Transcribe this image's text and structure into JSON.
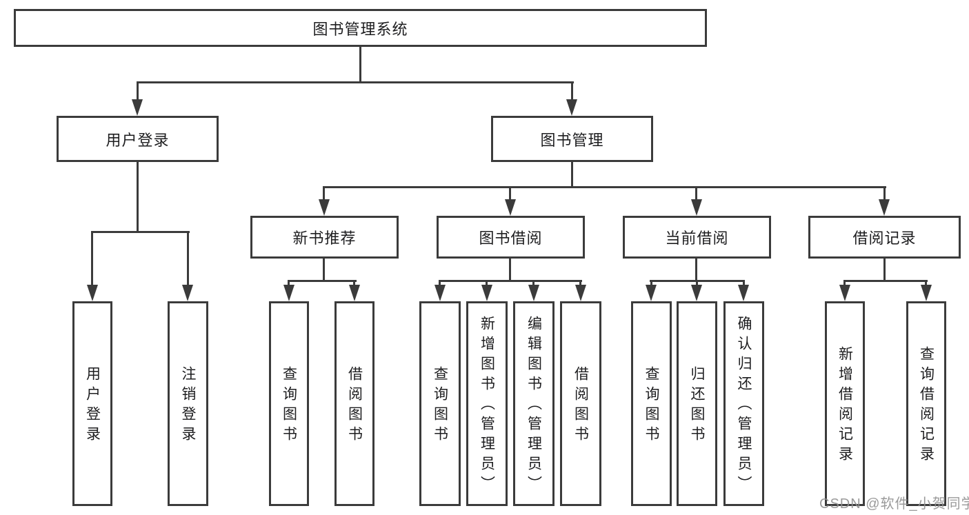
{
  "colors": {
    "line": "#3b3b3b",
    "text": "#1d1d1f",
    "watermark": "#919191",
    "background": "#ffffff"
  },
  "watermark": {
    "text": "CSDN @软件_小贺同学"
  },
  "tree": {
    "root": {
      "label": "图书管理系统"
    },
    "children": [
      {
        "label": "用户登录",
        "children": [
          {
            "label": "用户登录"
          },
          {
            "label": "注销登录"
          }
        ]
      },
      {
        "label": "图书管理",
        "children": [
          {
            "label": "新书推荐",
            "children": [
              {
                "label": "查询图书"
              },
              {
                "label": "借阅图书"
              }
            ]
          },
          {
            "label": "图书借阅",
            "children": [
              {
                "label": "查询图书"
              },
              {
                "label": "新增图书（管理员）"
              },
              {
                "label": "编辑图书（管理员）"
              },
              {
                "label": "借阅图书"
              }
            ]
          },
          {
            "label": "当前借阅",
            "children": [
              {
                "label": "查询图书"
              },
              {
                "label": "归还图书"
              },
              {
                "label": "确认归还（管理员）"
              }
            ]
          },
          {
            "label": "借阅记录",
            "children": [
              {
                "label": "新增借阅记录"
              },
              {
                "label": "查询借阅记录"
              }
            ]
          }
        ]
      }
    ]
  }
}
